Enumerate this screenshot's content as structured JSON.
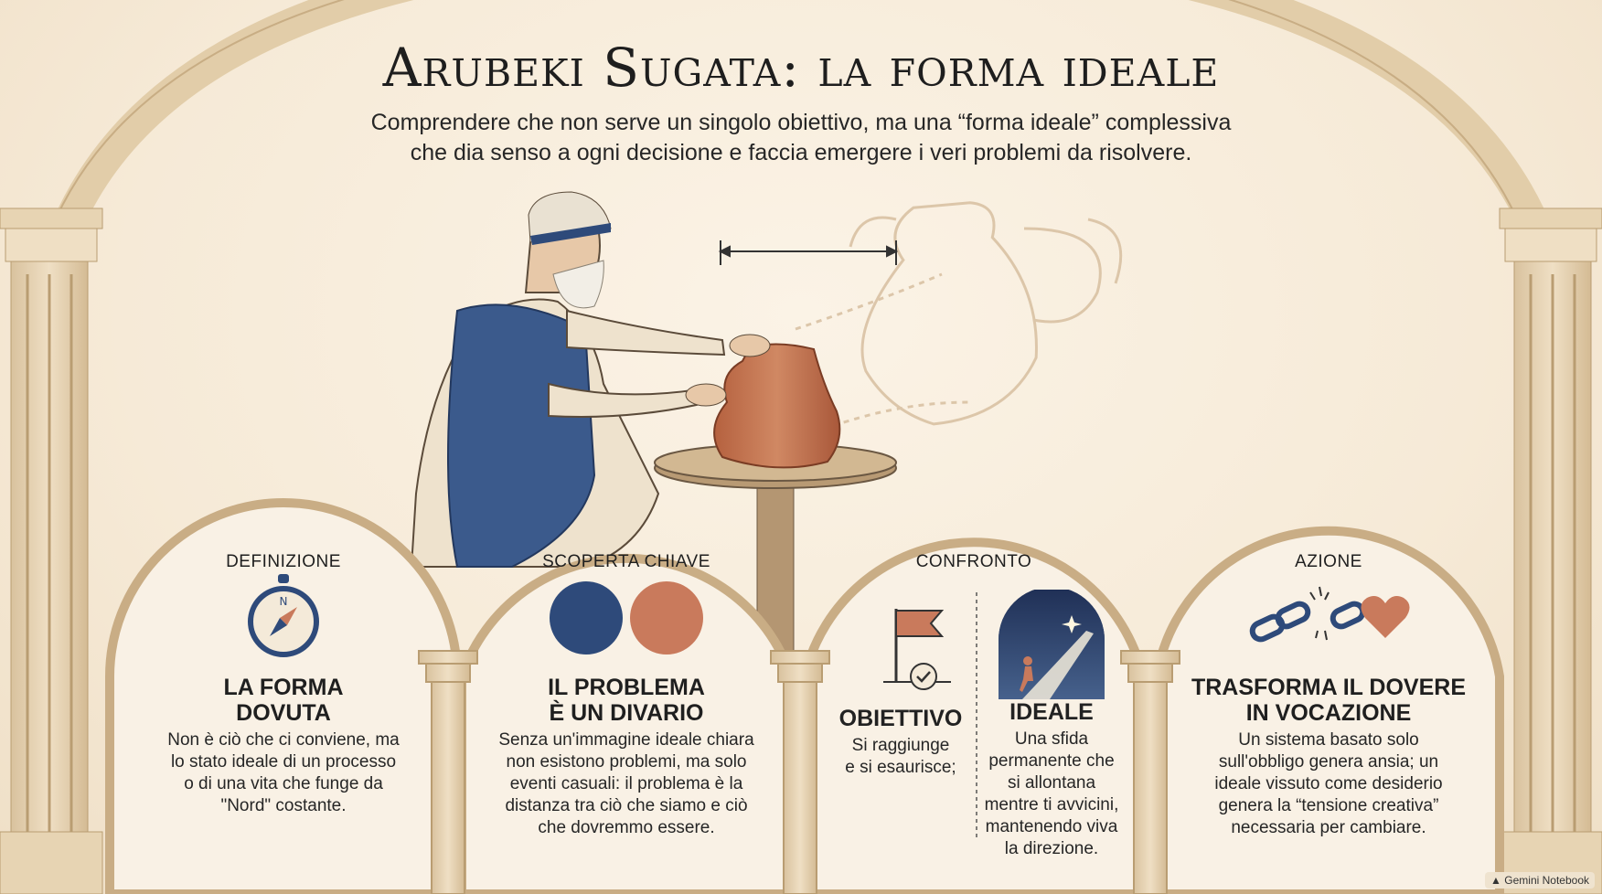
{
  "title": "Arubeki Sugata: la forma ideale",
  "subtitle_line1": "Comprendere che non serve un singolo obiettivo, ma una “forma ideale” complessiva",
  "subtitle_line2": "che dia senso a ogni decisione e faccia emergere i veri problemi da risolvere.",
  "panels": [
    {
      "category": "DEFINIZIONE",
      "icon": "compass-icon",
      "heading_line1": "LA FORMA",
      "heading_line2": "DOVUTA",
      "body": [
        "Non è ciò che ci conviene, ma",
        "lo stato ideale di un processo",
        "o di una vita che funge da",
        "\"Nord\" costante."
      ]
    },
    {
      "category": "SCOPERTA CHIAVE",
      "icon": "two-circles-icon",
      "heading_line1": "IL PROBLEMA",
      "heading_line2": "È UN DIVARIO",
      "body": [
        "Senza un'immagine ideale chiara",
        "non esistono problemi, ma solo",
        "eventi casuali: il problema è la",
        "distanza tra ciò che siamo e ciò",
        "che dovremmo essere."
      ]
    },
    {
      "category": "CONFRONTO",
      "left": {
        "icon": "flag-check-icon",
        "heading": "OBIETTIVO",
        "body": [
          "Si raggiunge",
          "e si esaurisce;"
        ]
      },
      "right": {
        "icon": "star-path-icon",
        "heading": "IDEALE",
        "body": [
          "Una sfida",
          "permanente che",
          "si allontana",
          "mentre ti avvicini,",
          "mantenendo viva",
          "la direzione."
        ]
      }
    },
    {
      "category": "AZIONE",
      "icon": "broken-chain-heart-icon",
      "heading_line1": "TRASFORMA IL DOVERE",
      "heading_line2": "IN VOCAZIONE",
      "body": [
        "Un sistema basato solo",
        "sull'obbligo genera ansia; un",
        "ideale vissuto come desiderio",
        "genera la “tensione creativa”",
        "necessaria per cambiare."
      ]
    }
  ],
  "badge": "Gemini Notebook",
  "colors": {
    "navy": "#2e4a7a",
    "terracotta": "#c97a5c",
    "stone": "#e3cfae",
    "background": "#f7ecdb"
  }
}
